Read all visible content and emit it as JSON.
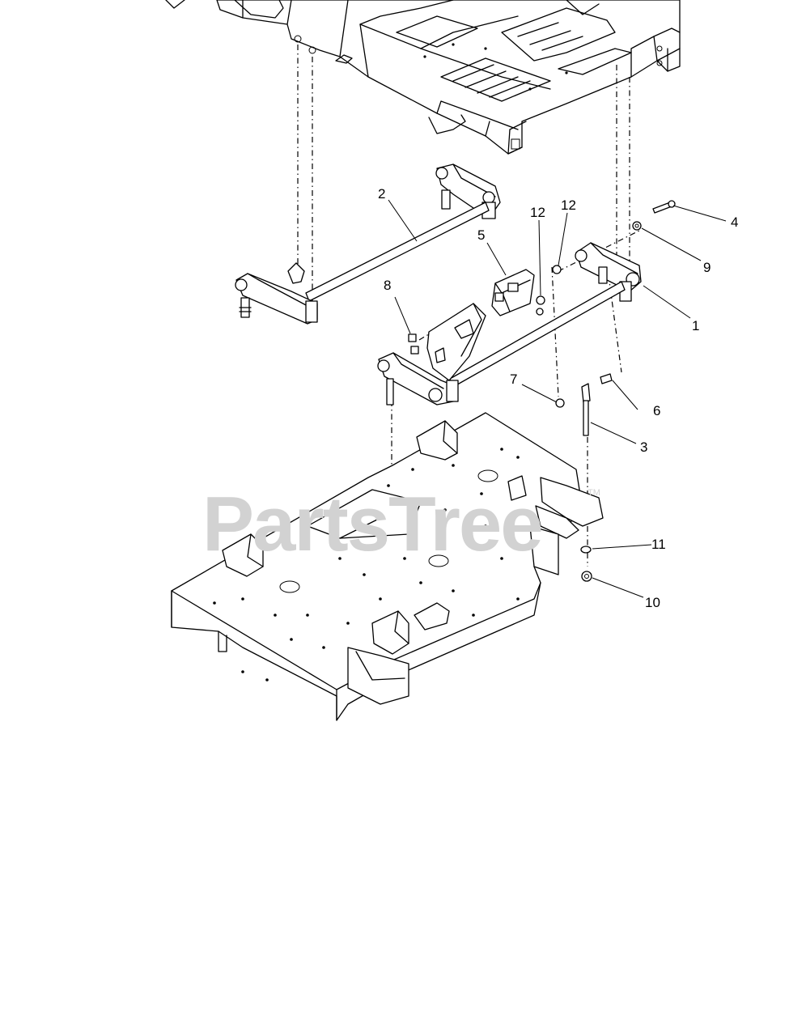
{
  "watermark": {
    "text": "PartsTree",
    "trademark": "TM"
  },
  "callouts": [
    "1",
    "2",
    "3",
    "4",
    "5",
    "6",
    "7",
    "8",
    "9",
    "10",
    "11",
    "12",
    "12"
  ]
}
